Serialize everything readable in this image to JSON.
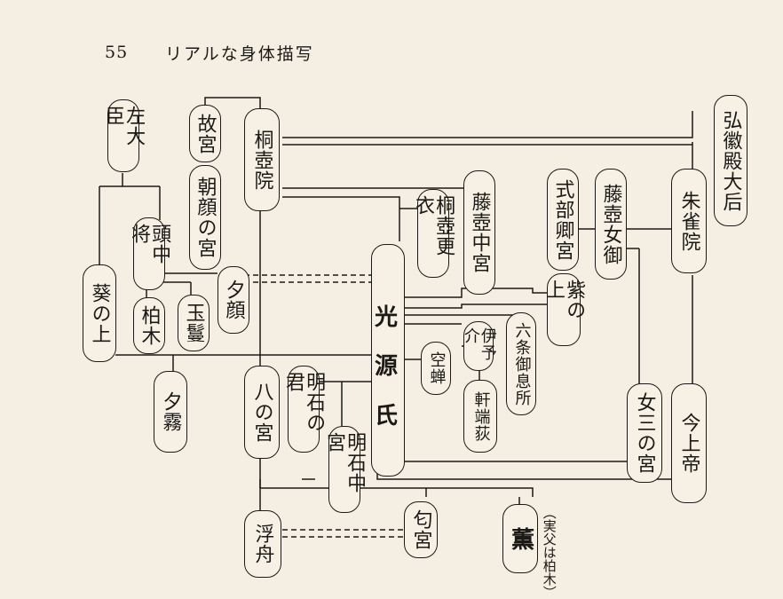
{
  "header": {
    "page_number": "55",
    "title": "リアルな身体描写"
  },
  "nodes": {
    "sadaijin": "左大臣",
    "koguu": "故宮",
    "asagao": "朝顔の宮",
    "kiritsubo": "桐壺院",
    "kokiden": "弘徽殿大后",
    "fujitsubo": "藤壺中宮",
    "kiritsubo_koi": "桐壺更衣",
    "shikibukyo": "式部卿宮",
    "fujitsubo_nyogo": "藤壺女御",
    "suzaku": "朱雀院",
    "tonochujo": "頭中将",
    "yugao": "夕顔",
    "aoi": "葵の上",
    "kashiwagi": "柏木",
    "tamakazura": "玉鬘",
    "hikaru_1": "光",
    "hikaru_2": "源",
    "hikaru_3": "氏",
    "murasaki": "紫の上",
    "rokujo": "六条御息所",
    "iyonosuke": "伊予介",
    "utsusemi": "空蝉",
    "nokibanoogi": "軒端荻",
    "onna_sannomiya": "女三の宮",
    "kinjo": "今上帝",
    "yugiri": "夕霧",
    "hachinomiya": "八の宮",
    "akashi": "明石の君",
    "akashi_chugu": "明石中宮",
    "niou": "匂宮",
    "ukifune": "浮舟",
    "kaoru": "薫",
    "kaoru_note": "（実父は柏木）"
  }
}
